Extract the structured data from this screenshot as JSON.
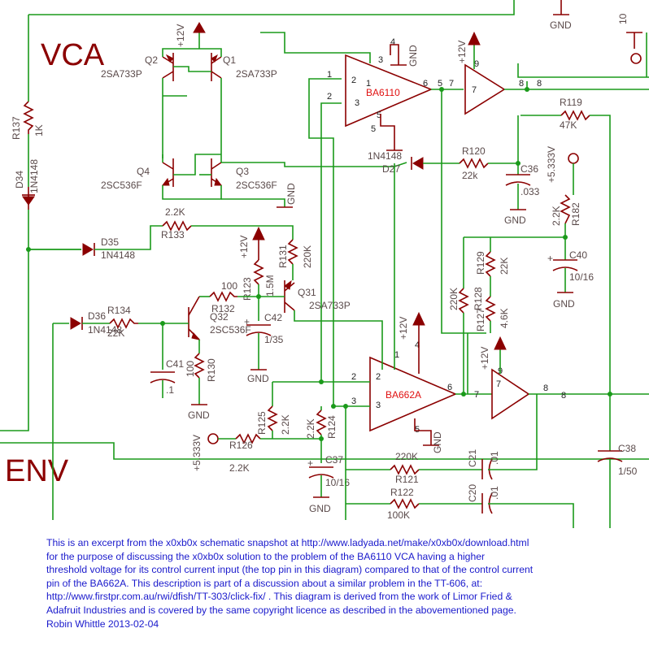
{
  "labels": {
    "vca": "VCA",
    "env": "ENV",
    "ic_vca": "BA6110",
    "ic_env": "BA662A",
    "q1": "Q1",
    "q1_part": "2SA733P",
    "q2": "Q2",
    "q2_part": "2SA733P",
    "q3": "Q3",
    "q3_part": "2SC536F",
    "q4": "Q4",
    "q4_part": "2SC536F",
    "q31": "Q31",
    "q31_part": "2SA733P",
    "q32": "Q32",
    "q32_part": "2SC536F",
    "r137": "R137",
    "r137_val": "1K",
    "d34": "D34",
    "d34_part": "1N4148",
    "d35": "D35",
    "d35_part": "1N4148",
    "d36": "D36",
    "d36_part": "1N4148",
    "d27": "D27",
    "d27_part": "1N4148",
    "r133": "R133",
    "r133_val": "2.2K",
    "r131": "R131",
    "r131_val": "220K",
    "r123": "R123",
    "r123_val": "1.5M",
    "r132": "R132",
    "r132_val": "100",
    "r134": "R134",
    "r134_val": "22K",
    "r130": "R130",
    "r130_val": "100",
    "c41": "C41",
    "c41_val": ".1",
    "c42": "C42",
    "c42_val": "1/35",
    "r125": "R125",
    "r125_val": "2.2K",
    "r124": "R124",
    "r124_val": "2.2K",
    "r126": "R126",
    "r126_val": "2.2K",
    "c37": "C37",
    "c37_val": "10/16",
    "r121": "R121",
    "r121_val": "220K",
    "r122": "R122",
    "r122_val": "100K",
    "c21": "C21",
    "c21_val": ".01",
    "c20": "C20",
    "c20_val": ".01",
    "r119": "R119",
    "r119_val": "47K",
    "r120": "R120",
    "r120_val": "22k",
    "c36": "C36",
    "c36_val": ".033",
    "r182": "R182",
    "r182_val": "2.2K",
    "c40": "C40",
    "c40_val": "10/16",
    "r128": "R128",
    "r128_val": "220K",
    "r129": "R129",
    "r129_val": "22K",
    "r127": "R127",
    "r127_val": "4.6K",
    "c38": "C38",
    "c38_val": "1/50",
    "gnd": "GND",
    "v12": "+12V",
    "v5333": "+5.333V",
    "top_r": "10"
  },
  "note": {
    "lines": [
      "This is an excerpt from the x0xb0x schematic snapshot at http://www.ladyada.net/make/x0xb0x/download.html",
      "for the purpose of discussing the x0xb0x solution to the problem of the BA6110 VCA having a higher",
      "threshold voltage for its control current input (the top pin in this diagram) compared to that of the control current",
      "pin of the  BA662A.  This description is part of a discussion about a similar problem in the TT-606, at:",
      "http://www.firstpr.com.au/rwi/dfish/TT-303/click-fix/ .  This diagram is derived from the work of Limor Fried &",
      "Adafruit Industries and is covered by the same copyright licence as described in the abovementioned page.",
      "Robin Whittle 2013-02-04"
    ]
  },
  "colors": {
    "wire": "#1a9a1a",
    "part": "#8b0000",
    "chip_label": "#e01010",
    "note": "#1a1acc"
  }
}
